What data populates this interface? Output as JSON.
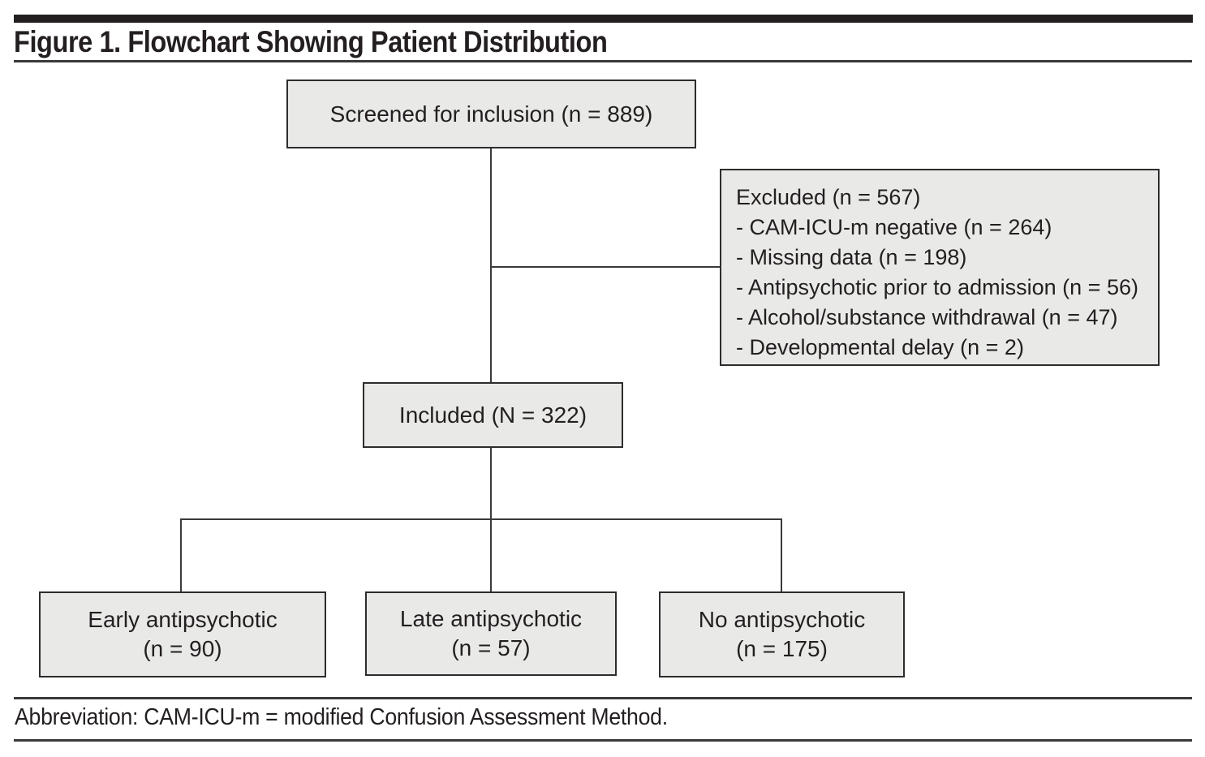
{
  "figure": {
    "title": "Figure 1. Flowchart Showing Patient Distribution",
    "footnote": "Abbreviation: CAM-ICU-m = modified Confusion Assessment Method."
  },
  "flowchart": {
    "screened": "Screened for inclusion (n = 889)",
    "excluded": {
      "header": "Excluded (n = 567)",
      "items": [
        "- CAM-ICU-m negative (n = 264)",
        "- Missing data (n = 198)",
        "- Antipsychotic prior to admission (n = 56)",
        "- Alcohol/substance withdrawal (n = 47)",
        "- Developmental delay (n = 2)"
      ]
    },
    "included": "Included (N = 322)",
    "groups": [
      {
        "label": "Early antipsychotic",
        "n": "(n = 90)"
      },
      {
        "label": "Late antipsychotic",
        "n": "(n = 57)"
      },
      {
        "label": "No antipsychotic",
        "n": "(n = 175)"
      }
    ]
  },
  "colors": {
    "box_fill": "#e9e9e8",
    "box_border": "#2e2c2d",
    "line": "#3a3a3a",
    "text": "#231f20",
    "top_bar": "#231f20"
  }
}
